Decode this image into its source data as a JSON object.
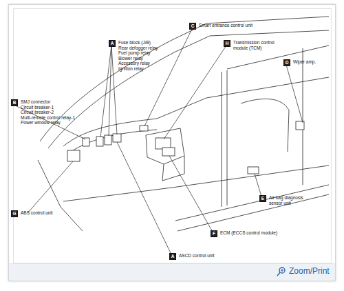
{
  "diagram": {
    "nodes": [
      {
        "text": [
          "C",
          "Smart entrance control unit"
        ]
      },
      {
        "text": [
          "A",
          "Fuse block (J/B)",
          "Rear defogger relay",
          "Fuel pump relay",
          "Blower relay",
          "Accessory relay",
          "Ignition relay"
        ]
      },
      {
        "text": [
          "H",
          "Transmission control module (TCM)"
        ]
      },
      {
        "text": [
          "D",
          "Wiper amp."
        ]
      },
      {
        "text": [
          "B",
          "SMJ connector",
          "Circuit breaker-1",
          "Circuit breaker-2",
          "Multi-remote control relay-1",
          "Power window relay"
        ]
      },
      {
        "text": [
          "E",
          "Air bag diagnosis sensor unit"
        ]
      },
      {
        "text": [
          "G",
          "ABS control unit"
        ]
      },
      {
        "text": [
          "F",
          "ECM (ECCS control module)"
        ]
      },
      {
        "text": [
          "A",
          "ASCD control unit"
        ]
      }
    ],
    "labels": [
      "Zoom/Print"
    ]
  }
}
